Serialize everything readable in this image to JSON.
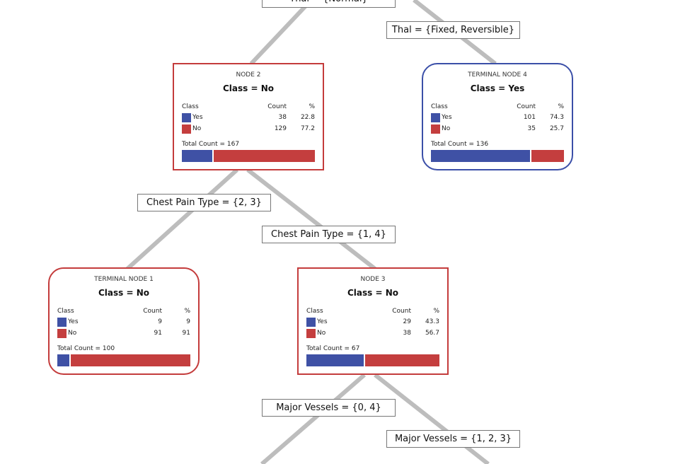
{
  "colors": {
    "yes": "#3f51a5",
    "no": "#c43e3e",
    "link": "#bdbdbd"
  },
  "splits": {
    "thal_normal": "Thal = {Normal}",
    "thal_fixed": "Thal = {Fixed, Reversible}",
    "cp_23": "Chest Pain Type = {2, 3}",
    "cp_14": "Chest Pain Type = {1, 4}",
    "mv_04": "Major Vessels = {0, 4}",
    "mv_123": "Major Vessels = {1, 2, 3}"
  },
  "headers": {
    "class": "Class",
    "count": "Count",
    "pct": "%"
  },
  "nodes": [
    {
      "id": "node2",
      "title": "NODE 2",
      "cls": "Class = No",
      "terminal": false,
      "yes_label": "Yes",
      "no_label": "No",
      "yes_count": "38",
      "yes_pct": "22.8",
      "no_count": "129",
      "no_pct": "77.2",
      "total": "Total Count = 167",
      "yes_frac": 0.228
    },
    {
      "id": "tnode4",
      "title": "TERMINAL NODE 4",
      "cls": "Class = Yes",
      "terminal": true,
      "yes_label": "Yes",
      "no_label": "No",
      "yes_count": "101",
      "yes_pct": "74.3",
      "no_count": "35",
      "no_pct": "25.7",
      "total": "Total Count = 136",
      "yes_frac": 0.743
    },
    {
      "id": "tnode1",
      "title": "TERMINAL NODE 1",
      "cls": "Class = No",
      "terminal": true,
      "yes_label": "Yes",
      "no_label": "No",
      "yes_count": "9",
      "yes_pct": "9",
      "no_count": "91",
      "no_pct": "91",
      "total": "Total Count = 100",
      "yes_frac": 0.09
    },
    {
      "id": "node3",
      "title": "NODE 3",
      "cls": "Class = No",
      "terminal": false,
      "yes_label": "Yes",
      "no_label": "No",
      "yes_count": "29",
      "yes_pct": "43.3",
      "no_count": "38",
      "no_pct": "56.7",
      "total": "Total Count = 67",
      "yes_frac": 0.433
    }
  ]
}
